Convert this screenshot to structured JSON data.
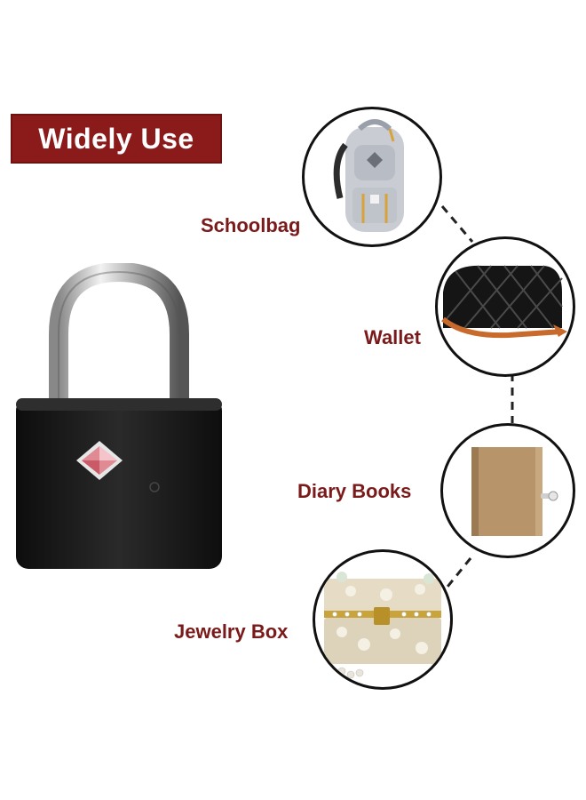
{
  "banner": {
    "text": "Widely Use",
    "color": "#8b1b1b"
  },
  "items": [
    {
      "label": "Schoolbag",
      "icon": "backpack-icon"
    },
    {
      "label": "Wallet",
      "icon": "wallet-icon"
    },
    {
      "label": "Diary Books",
      "icon": "diary-book-icon"
    },
    {
      "label": "Jewelry Box",
      "icon": "jewelry-box-icon"
    }
  ],
  "colors": {
    "label": "#7a1a1a",
    "lock_body": "#1b1b1b",
    "tsa_mark": "#e08a94"
  }
}
